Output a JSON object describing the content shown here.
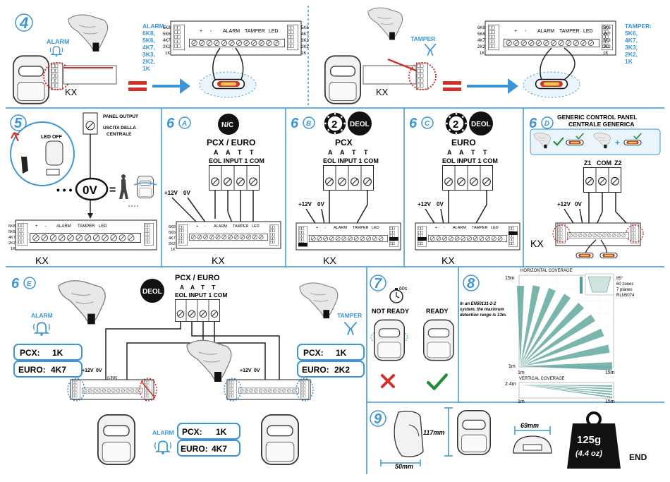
{
  "sec4": {
    "number": "4",
    "alarm_word": "ALARM",
    "alarm_values": [
      "ALARM:",
      "6K8,",
      "5K6,",
      "4K7,",
      "3K3,",
      "2K2,",
      "1K"
    ],
    "kx": "KX",
    "tamper_word": "TAMPER",
    "tamper_values": [
      "TAMPER:",
      "5K6,",
      "4K7,",
      "3K3,",
      "2K2,",
      "1K"
    ]
  },
  "terminal": {
    "left_values": [
      "6K8",
      "5K6",
      "4K7",
      "2K2",
      "1K"
    ],
    "right_values": [
      "5K6",
      "4K7",
      "3K3",
      "2K2",
      "1K"
    ],
    "labels": [
      "+",
      "-",
      "ALARM",
      "TAMPER",
      "LED"
    ],
    "alarm_tag": "ALARM",
    "tamper_tag": "TAMPER"
  },
  "sec5": {
    "number": "5",
    "led_off": "LED OFF",
    "panel_output": "PANEL OUTPUT",
    "uscita_1": "USCITA DELLA",
    "uscita_2": "CENTRALE",
    "zero_v": "0V",
    "equals": "=",
    "dots": "• • •",
    "kx": "KX"
  },
  "sec6a": {
    "number": "6",
    "letter": "A",
    "badge": "N/C",
    "title": "PCX / EURO",
    "letters": [
      "A",
      "A",
      "T",
      "T"
    ],
    "term_label": "EOL INPUT 1 COM",
    "v12": "+12V",
    "v0": "0V",
    "kx": "KX"
  },
  "sec6b": {
    "number": "6",
    "letter": "B",
    "badge_num": "2",
    "badge": "DEOL",
    "title": "PCX",
    "letters": [
      "A",
      "A",
      "T",
      "T"
    ],
    "term_label": "EOL INPUT 1 COM",
    "v12": "+12V",
    "v0": "0V",
    "kx": "KX"
  },
  "sec6c": {
    "number": "6",
    "letter": "C",
    "badge_num": "2",
    "badge": "DEOL",
    "title": "EURO",
    "letters": [
      "A",
      "A",
      "T",
      "T"
    ],
    "term_label": "EOL INPUT 1 COM",
    "v12": "+12V",
    "v0": "0V",
    "kx": "KX"
  },
  "sec6d": {
    "number": "6",
    "letter": "D",
    "title_1": "GENERIC CONTROL PANEL",
    "title_2": "CENTRALE GENERICA",
    "plus": "+",
    "z1": "Z1",
    "com": "COM",
    "z2": "Z2",
    "v12": "+12V",
    "v0": "0V",
    "kx": "KX"
  },
  "sec6e": {
    "number": "6",
    "letter": "E",
    "badge": "DEOL",
    "title": "PCX / EURO",
    "letters": [
      "A",
      "A",
      "T",
      "T"
    ],
    "term_label": "EOL INPUT 1 COM",
    "alarm_left": "ALARM",
    "tamper_right": "TAMPER",
    "alarm_mid": "ALARM",
    "pcx_label": "PCX:",
    "euro_label": "EURO:",
    "left_pcx": "1K",
    "left_euro": "4K7",
    "right_pcx": "1K",
    "right_euro": "2K2",
    "mid_pcx": "1K",
    "mid_euro": "4K7",
    "link": "(LINK)",
    "v12": "+12V",
    "v0": "0V"
  },
  "sec7": {
    "number": "7",
    "timer": "60s",
    "not_ready": "NOT READY",
    "ready": "READY"
  },
  "sec8": {
    "number": "8",
    "horizontal": "HORIZONTAL COVERAGE",
    "vertical": "VERTICAL COVERAGE",
    "note_1": "In an EN50131-2-2",
    "note_2": "system, the maximum",
    "note_3": "detection range is 13m.",
    "spec_lines": [
      "85°",
      "60 zones",
      "7 planes",
      "RLN5074"
    ],
    "h_top": "15m",
    "h_bottom": "1m",
    "h_x_left": "1m",
    "h_x_right": "15m",
    "v_top": "2.4m",
    "v_x_left": "1m",
    "v_x_right": "15m"
  },
  "sec9": {
    "number": "9",
    "height": "117mm",
    "depth": "50mm",
    "width": "69mm",
    "weight_1": "125g",
    "weight_2": "(4.4 oz)",
    "end": "END"
  },
  "colors": {
    "accent": "#3b95d6",
    "red": "#d3302a",
    "green": "#1f8c3a",
    "coverage": "#4f9e94"
  }
}
